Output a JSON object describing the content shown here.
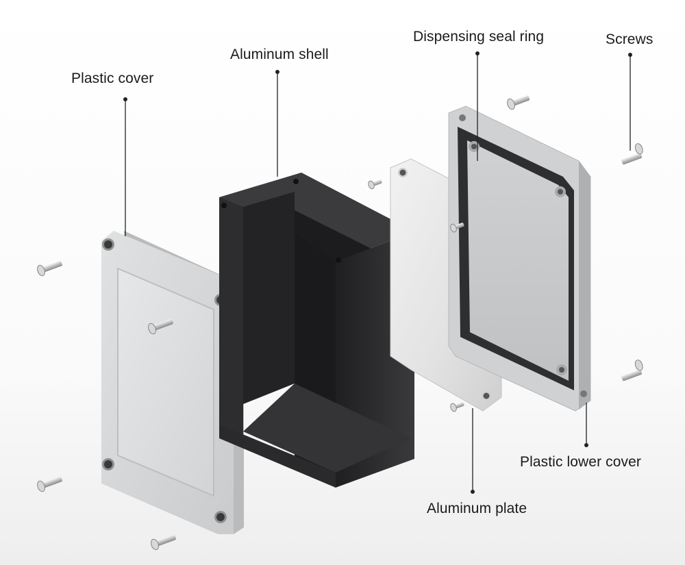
{
  "labels": {
    "plastic_cover": "Plastic cover",
    "aluminum_shell": "Aluminum shell",
    "dispensing_seal_ring": "Dispensing seal ring",
    "screws": "Screws",
    "plastic_lower_cover": "Plastic lower cover",
    "aluminum_plate": "Aluminum plate"
  },
  "colors": {
    "background": "#f7f7f7",
    "plastic": "#d9dbdc",
    "aluminum_shell": "#2b2b2d",
    "aluminum_plate": "#e4e4e4",
    "seal_ring": "#3a3a3a",
    "leader_line": "#222222"
  }
}
